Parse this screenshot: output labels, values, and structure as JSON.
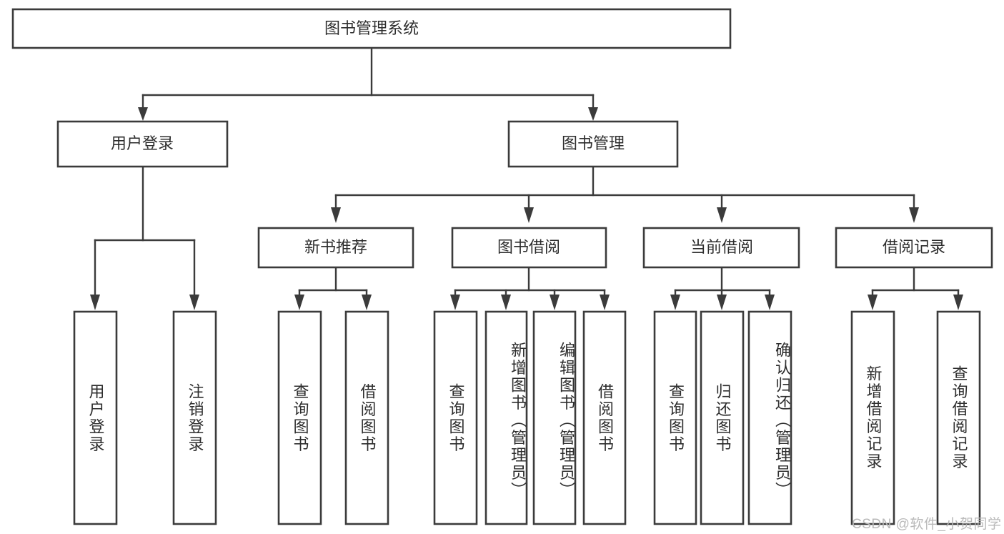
{
  "diagram": {
    "title": "图书管理系统",
    "type": "tree-hierarchy",
    "root": {
      "id": "root",
      "label": "图书管理系统",
      "orientation": "horizontal"
    },
    "level2": [
      {
        "id": "user-login",
        "label": "用户登录",
        "orientation": "horizontal"
      },
      {
        "id": "book-manage",
        "label": "图书管理",
        "orientation": "horizontal"
      }
    ],
    "level3": [
      {
        "id": "new-book-recommend",
        "label": "新书推荐",
        "parent": "book-manage",
        "orientation": "horizontal"
      },
      {
        "id": "book-borrow",
        "label": "图书借阅",
        "parent": "book-manage",
        "orientation": "horizontal"
      },
      {
        "id": "current-borrow",
        "label": "当前借阅",
        "parent": "book-manage",
        "orientation": "horizontal"
      },
      {
        "id": "borrow-record",
        "label": "借阅记录",
        "parent": "book-manage",
        "orientation": "horizontal"
      }
    ],
    "leaves": [
      {
        "id": "leaf-user-login",
        "label": "用户登录",
        "parent": "user-login",
        "orientation": "vertical"
      },
      {
        "id": "leaf-logout-login",
        "label": "注销登录",
        "parent": "user-login",
        "orientation": "vertical"
      },
      {
        "id": "leaf-query-book-1",
        "label": "查询图书",
        "parent": "new-book-recommend",
        "orientation": "vertical"
      },
      {
        "id": "leaf-borrow-book-1",
        "label": "借阅图书",
        "parent": "new-book-recommend",
        "orientation": "vertical"
      },
      {
        "id": "leaf-query-book-2",
        "label": "查询图书",
        "parent": "book-borrow",
        "orientation": "vertical"
      },
      {
        "id": "leaf-add-book",
        "label": "新增图书（管理员）",
        "parent": "book-borrow",
        "orientation": "vertical"
      },
      {
        "id": "leaf-edit-book",
        "label": "编辑图书（管理员）",
        "parent": "book-borrow",
        "orientation": "vertical"
      },
      {
        "id": "leaf-borrow-book-2",
        "label": "借阅图书",
        "parent": "book-borrow",
        "orientation": "vertical"
      },
      {
        "id": "leaf-query-book-3",
        "label": "查询图书",
        "parent": "current-borrow",
        "orientation": "vertical"
      },
      {
        "id": "leaf-return-book",
        "label": "归还图书",
        "parent": "current-borrow",
        "orientation": "vertical"
      },
      {
        "id": "leaf-confirm-return",
        "label": "确认归还（管理员）",
        "parent": "current-borrow",
        "orientation": "vertical"
      },
      {
        "id": "leaf-add-record",
        "label": "新增借阅记录",
        "parent": "borrow-record",
        "orientation": "vertical"
      },
      {
        "id": "leaf-query-record",
        "label": "查询借阅记录",
        "parent": "borrow-record",
        "orientation": "vertical"
      }
    ],
    "colors": {
      "box_stroke": "#3b3b3b",
      "box_fill": "#ffffff",
      "connector": "#3b3b3b",
      "text": "#2d2d2d",
      "background": "#ffffff",
      "watermark": "#b9b9b9"
    }
  },
  "watermark": {
    "text": "CSDN @软件_小贺同学"
  }
}
